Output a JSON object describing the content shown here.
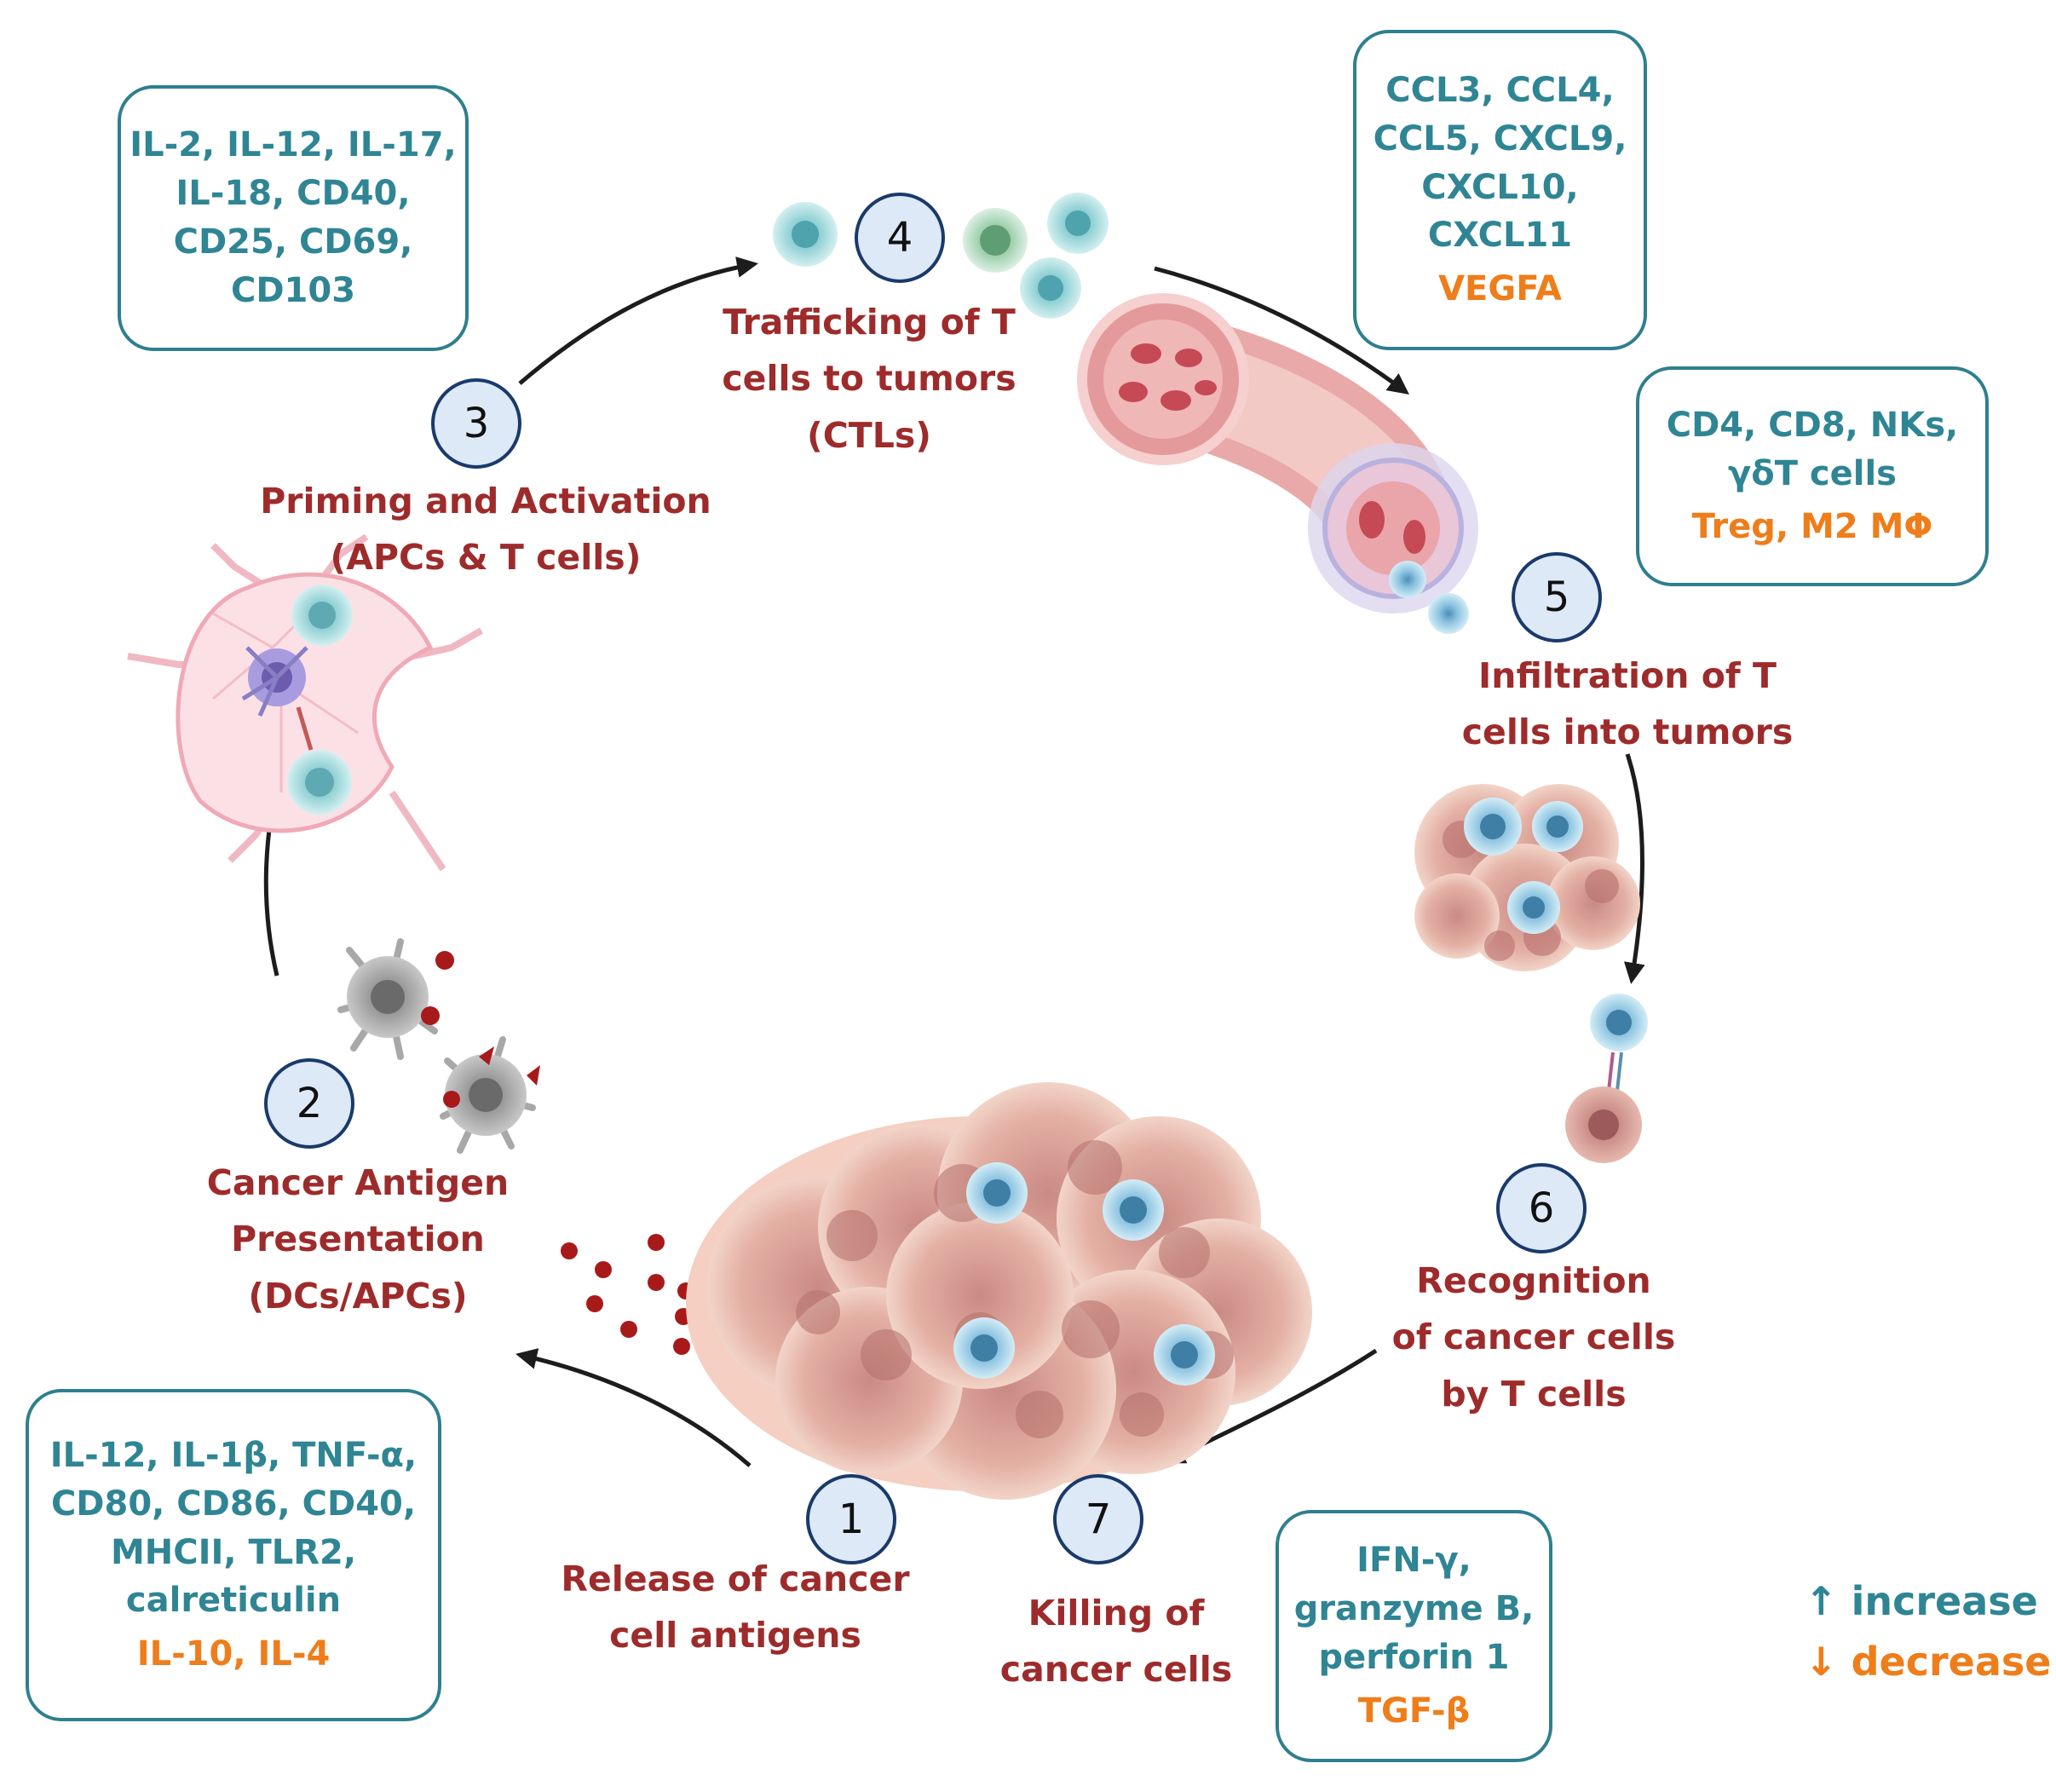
{
  "steps": [
    {
      "number": "1",
      "label": [
        "Release of cancer",
        "cell antigens"
      ]
    },
    {
      "number": "2",
      "label": [
        "Cancer Antigen",
        "Presentation",
        "(DCs/APCs)"
      ]
    },
    {
      "number": "3",
      "label": [
        "Priming and Activation",
        "(APCs & T cells)"
      ]
    },
    {
      "number": "4",
      "label": [
        "Trafficking of T",
        "cells to tumors",
        "(CTLs)"
      ]
    },
    {
      "number": "5",
      "label": [
        "Infiltration of T",
        "cells into tumors"
      ]
    },
    {
      "number": "6",
      "label": [
        "Recognition",
        "of cancer cells",
        "by T cells"
      ]
    },
    {
      "number": "7",
      "label": [
        "Killing of",
        "cancer cells"
      ]
    }
  ],
  "boxes": {
    "step3": {
      "increase": [
        "IL-2, IL-12, IL-17,",
        "IL-18, CD40,",
        "CD25, CD69,",
        "CD103"
      ],
      "decrease": []
    },
    "step4": {
      "increase": [
        "CCL3, CCL4,",
        "CCL5, CXCL9,",
        "CXCL10,",
        "CXCL11"
      ],
      "decrease": [
        "VEGFA"
      ]
    },
    "step5": {
      "increase": [
        "CD4,  CD8,  NKs,",
        "γδT cells"
      ],
      "decrease": [
        "Treg,  M2 MΦ"
      ]
    },
    "step2": {
      "increase": [
        "IL-12, IL-1β, TNF-α,",
        "CD80, CD86, CD40,",
        "MHCII, TLR2,",
        "calreticulin"
      ],
      "decrease": [
        "IL-10, IL-4"
      ]
    },
    "step7": {
      "increase": [
        "IFN-γ,",
        "granzyme B,",
        "perforin 1"
      ],
      "decrease": [
        "TGF-β"
      ]
    }
  },
  "legend": {
    "increase": {
      "arrow": "↑",
      "text": "increase",
      "color": "#2f8594"
    },
    "decrease": {
      "arrow": "↓",
      "text": "decrease",
      "color": "#ee7d1a"
    }
  },
  "colors": {
    "label": "#9e2b2b",
    "increase": "#2f8594",
    "decrease": "#ee7d1a",
    "box_border": "#2e7f8f"
  }
}
